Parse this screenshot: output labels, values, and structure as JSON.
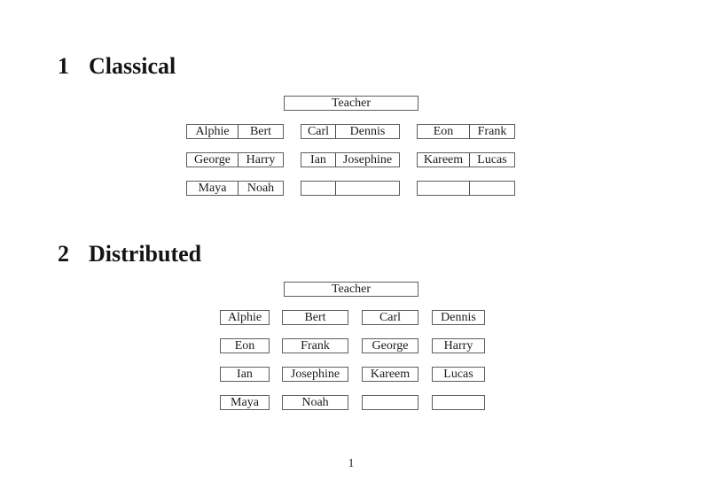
{
  "sections": [
    {
      "number": "1",
      "title": "Classical",
      "teacher_label": "Teacher",
      "rows": [
        {
          "desks": [
            {
              "left": "Alphie",
              "right": "Bert"
            },
            {
              "left": "Carl",
              "right": "Dennis"
            },
            {
              "left": "Eon",
              "right": "Frank"
            }
          ]
        },
        {
          "desks": [
            {
              "left": "George",
              "right": "Harry"
            },
            {
              "left": "Ian",
              "right": "Josephine"
            },
            {
              "left": "Kareem",
              "right": "Lucas"
            }
          ]
        },
        {
          "desks": [
            {
              "left": "Maya",
              "right": "Noah"
            },
            {
              "left": "",
              "right": ""
            },
            {
              "left": "",
              "right": ""
            }
          ]
        }
      ]
    },
    {
      "number": "2",
      "title": "Distributed",
      "teacher_label": "Teacher",
      "rows": [
        {
          "seats": [
            "Alphie",
            "Bert",
            "Carl",
            "Dennis"
          ]
        },
        {
          "seats": [
            "Eon",
            "Frank",
            "George",
            "Harry"
          ]
        },
        {
          "seats": [
            "Ian",
            "Josephine",
            "Kareem",
            "Lucas"
          ]
        },
        {
          "seats": [
            "Maya",
            "Noah",
            "",
            ""
          ]
        }
      ]
    }
  ],
  "page_number": "1"
}
